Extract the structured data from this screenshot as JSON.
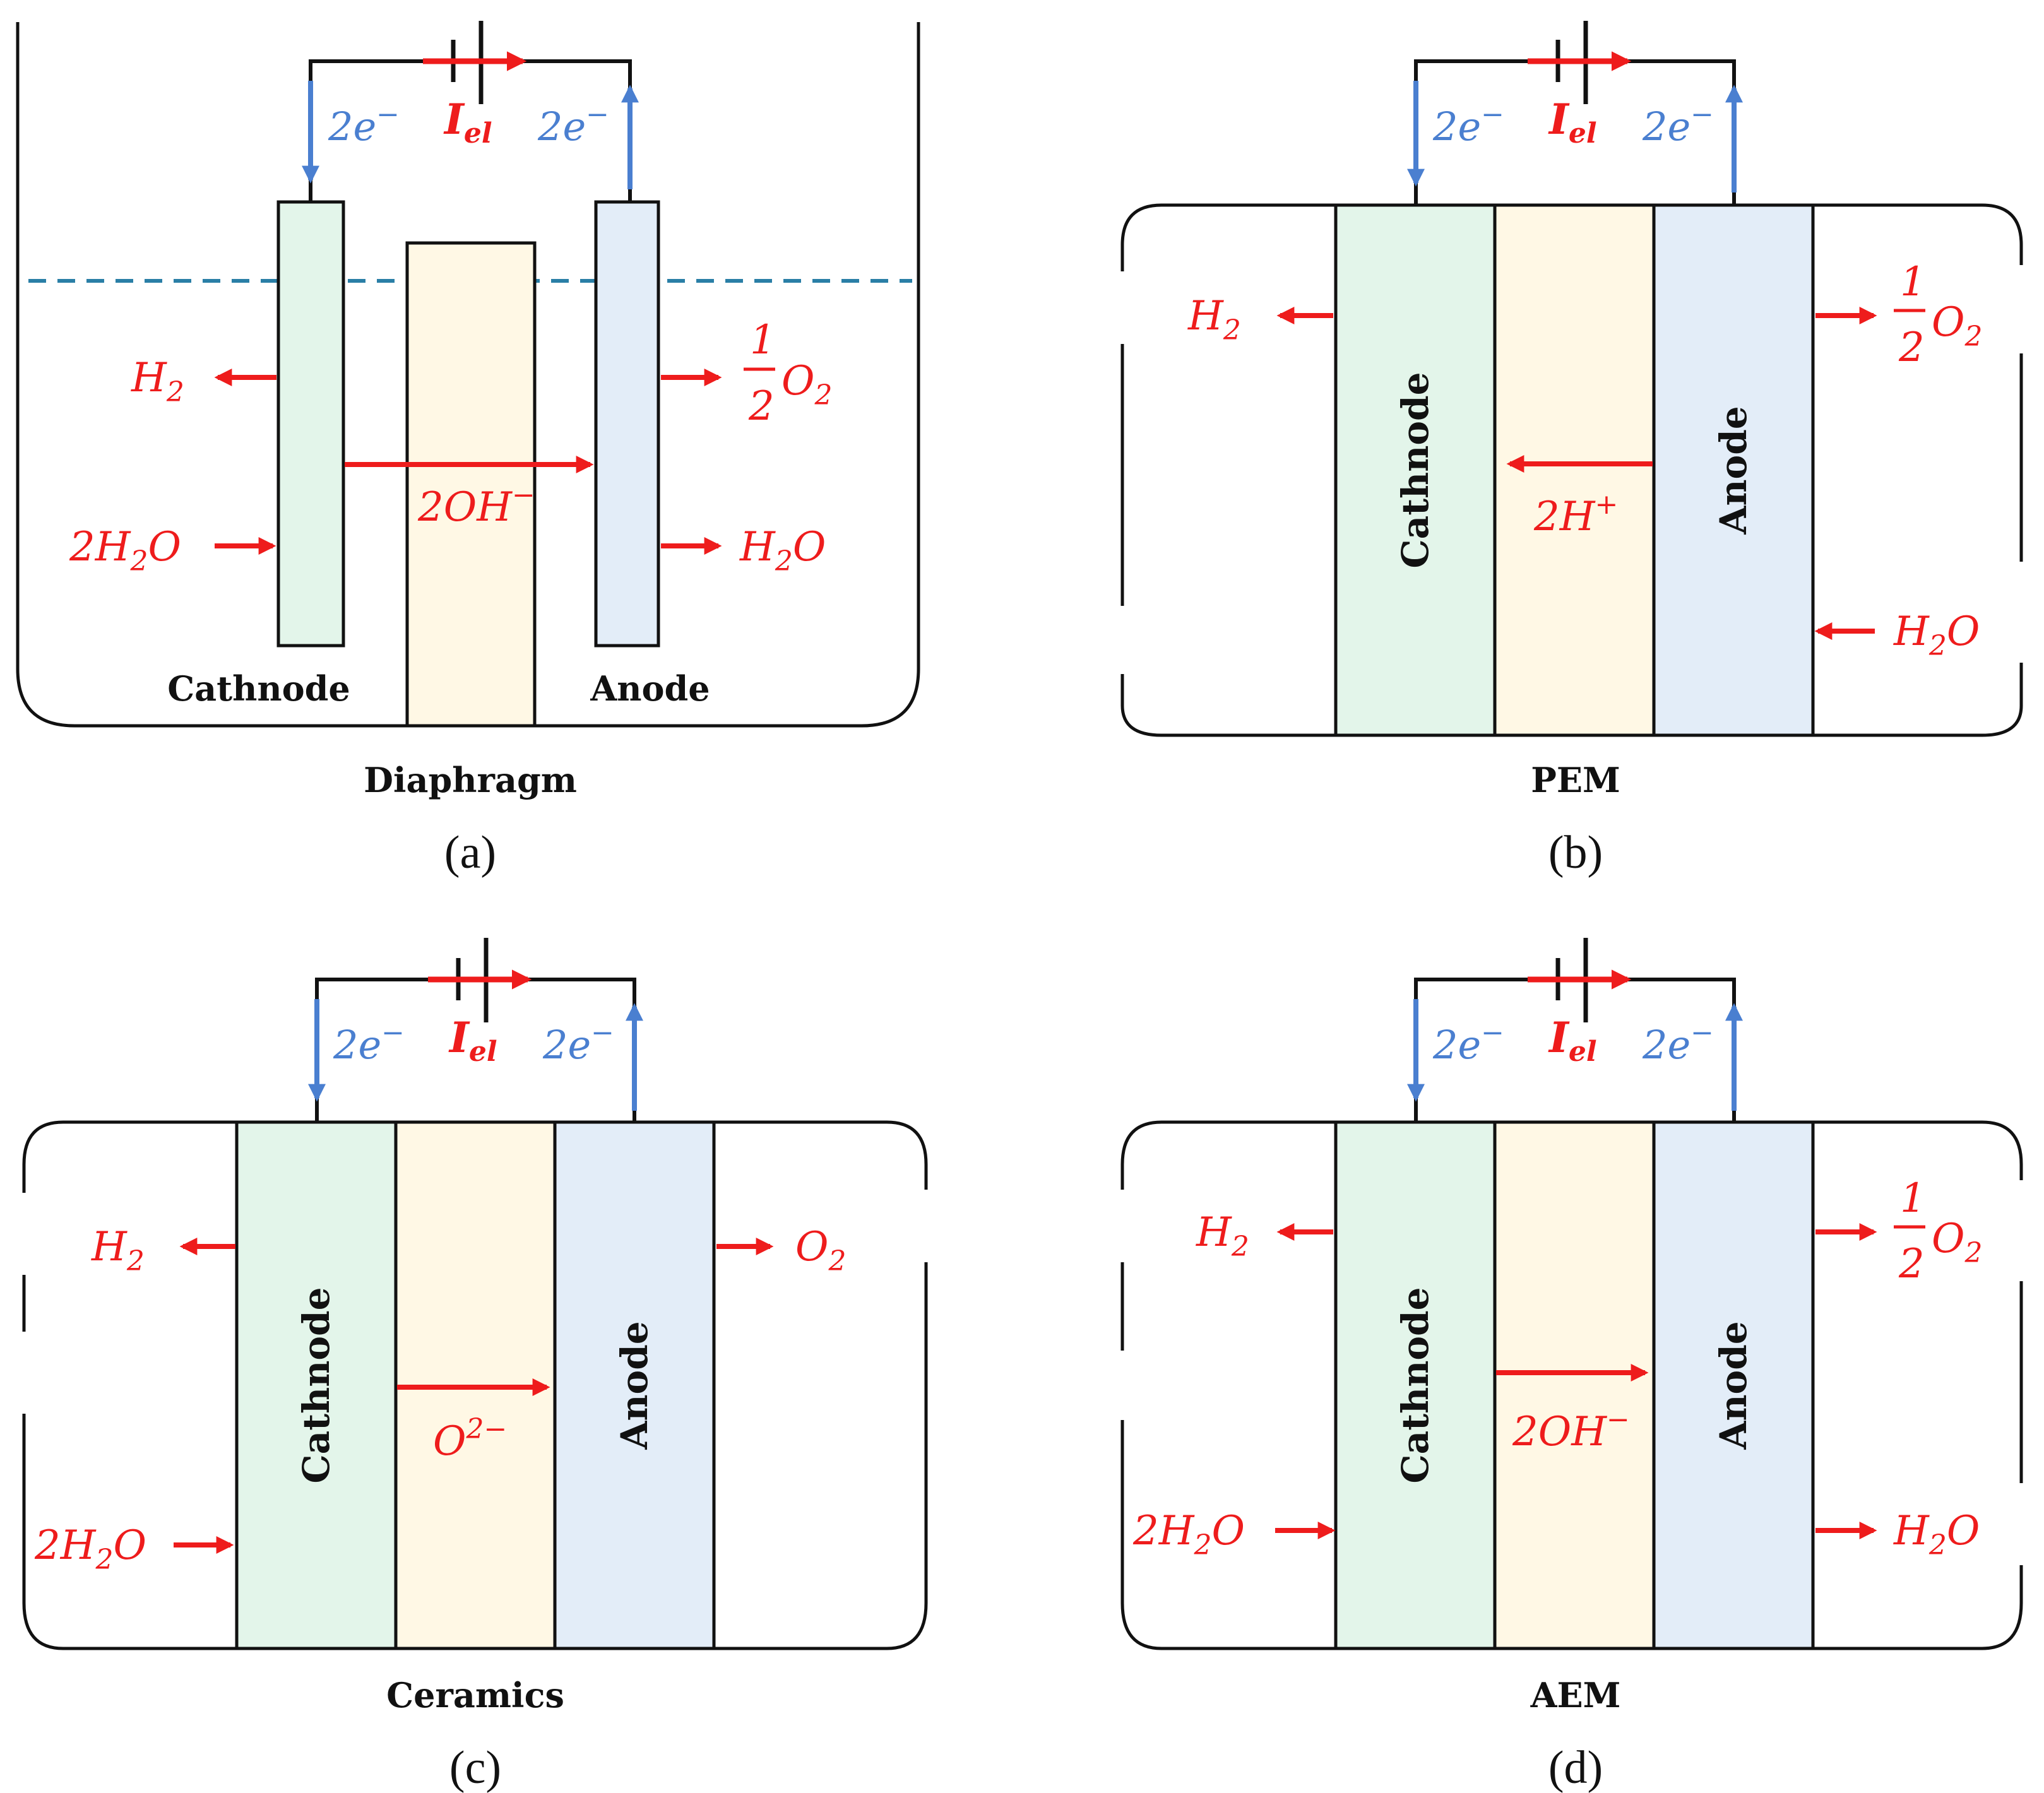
{
  "colors": {
    "cathode_fill": "#e3f5ea",
    "separator_fill": "#fff8e5",
    "anode_fill": "#e3edf8",
    "red": "#ee1c1c",
    "blue": "#4a7fd0",
    "dashed_line": "#2a7fa6"
  },
  "circuit": {
    "electron": "2e",
    "electron_sup": "−",
    "current": "I",
    "current_sub": "el"
  },
  "panel_a": {
    "cathode_label": "Cathnode",
    "anode_label": "Anode",
    "separator_label": "Diaphragm",
    "caption": "(a)",
    "h2": {
      "base": "H",
      "sub": "2"
    },
    "water_in": {
      "pre": "2H",
      "sub": "2",
      "post": "O"
    },
    "ion": {
      "text": "2OH",
      "sup": "−"
    },
    "o2": {
      "num": "1",
      "den": "2",
      "base": "O",
      "sub": "2"
    },
    "water_out": {
      "pre": "H",
      "sub": "2",
      "post": "O"
    }
  },
  "panel_b": {
    "cathode_label": "Cathnode",
    "anode_label": "Anode",
    "separator_label": "PEM",
    "caption": "(b)",
    "h2": {
      "base": "H",
      "sub": "2"
    },
    "ion": {
      "text": "2H",
      "sup": "+"
    },
    "o2": {
      "num": "1",
      "den": "2",
      "base": "O",
      "sub": "2"
    },
    "water_in": {
      "pre": "H",
      "sub": "2",
      "post": "O"
    }
  },
  "panel_c": {
    "cathode_label": "Cathnode",
    "anode_label": "Anode",
    "separator_label": "Ceramics",
    "caption": "(c)",
    "h2": {
      "base": "H",
      "sub": "2"
    },
    "o2": {
      "base": "O",
      "sub": "2"
    },
    "ion": {
      "text": "O",
      "sup": "2−"
    },
    "water_in": {
      "pre": "2H",
      "sub": "2",
      "post": "O"
    }
  },
  "panel_d": {
    "cathode_label": "Cathnode",
    "anode_label": "Anode",
    "separator_label": "AEM",
    "caption": "(d)",
    "h2": {
      "base": "H",
      "sub": "2"
    },
    "o2": {
      "num": "1",
      "den": "2",
      "base": "O",
      "sub": "2"
    },
    "ion": {
      "text": "2OH",
      "sup": "−"
    },
    "water_in": {
      "pre": "2H",
      "sub": "2",
      "post": "O"
    },
    "water_out": {
      "pre": "H",
      "sub": "2",
      "post": "O"
    }
  }
}
